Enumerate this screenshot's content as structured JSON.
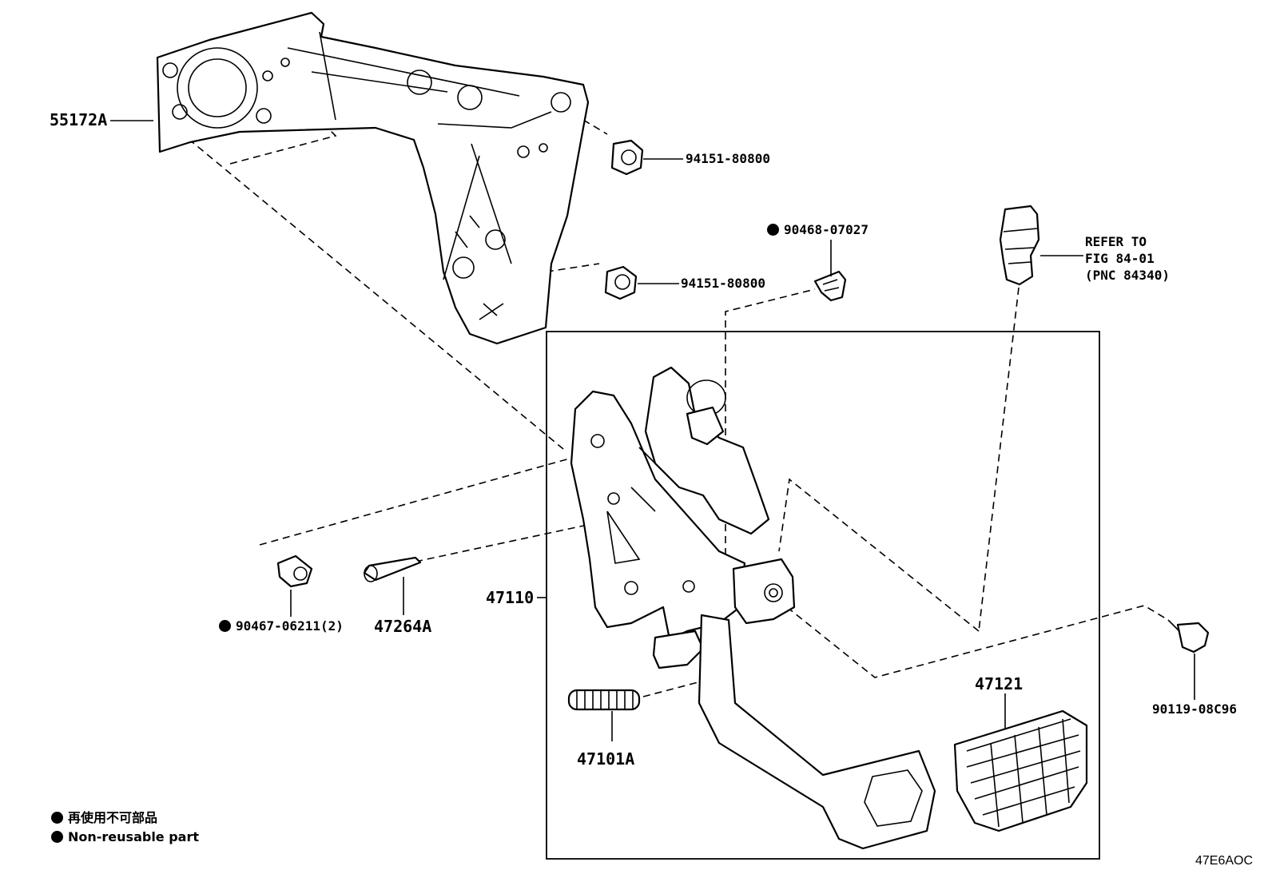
{
  "labels": {
    "p55172a": "55172A",
    "p94151_a": "94151-80800",
    "p94151_b": "94151-80800",
    "p90468": "90468-07027",
    "refer_line1": "REFER TO",
    "refer_line2": "FIG 84-01",
    "refer_line3": "(PNC 84340)",
    "p90467": "90467-06211(2)",
    "p47264a": "47264A",
    "p47110": "47110",
    "p47121": "47121",
    "p90119": "90119-08C96",
    "p47101a": "47101A"
  },
  "legend": {
    "jp": "再使用不可部品",
    "en": "Non-reusable part"
  },
  "figure_code": "47E6AOC"
}
